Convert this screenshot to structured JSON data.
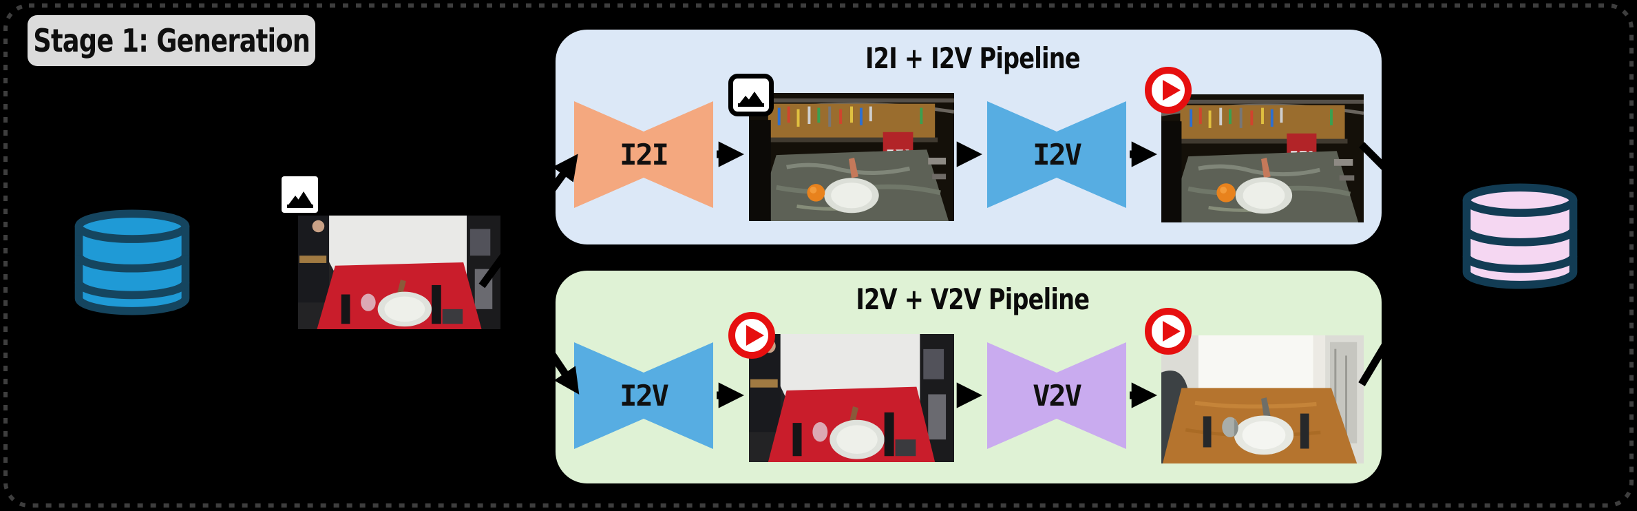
{
  "frame": {
    "border_color": "#3e3e3e",
    "background": "#000000"
  },
  "stage_label": {
    "text": "Stage 1: Generation",
    "bg": "#dbdbdb",
    "text_color": "#0f0f0f"
  },
  "source_database": {
    "fill": "#1f9ad6",
    "stroke": "#15455f",
    "alt": "input data store (blue database cylinder)"
  },
  "generated_database": {
    "fill": "#f5d7f2",
    "stroke": "#123c54",
    "alt": "generated data store (pink database cylinder)"
  },
  "input_image": {
    "icon": "image-icon",
    "alt": "source frame: robot kitchen with red tablecloth, white pan and cup"
  },
  "pipelines": {
    "top": {
      "title": "I2I + I2V Pipeline",
      "bg": "#dce8f7",
      "models": [
        {
          "label": "I2I",
          "color": "#f4a87f"
        },
        {
          "label": "I2V",
          "color": "#57ade2"
        }
      ],
      "intermediate_icon": "image-icon",
      "intermediate_alt": "generated image: dark workshop with pegboard tools, foil table, white pan, orange",
      "output_icon": "video-play-icon",
      "output_alt": "generated video frame: dark workshop with pegboard tools, foil table, white pan, orange"
    },
    "bottom": {
      "title": "I2V + V2V Pipeline",
      "bg": "#dff2d5",
      "models": [
        {
          "label": "I2V",
          "color": "#57ade2"
        },
        {
          "label": "V2V",
          "color": "#c9abef"
        }
      ],
      "intermediate_icon": "video-play-icon",
      "intermediate_alt": "generated video frame: robot kitchen with red tablecloth, white pan and cup",
      "output_icon": "video-play-icon",
      "output_alt": "generated video frame: bright room with wooden table, white pan, metal cup"
    }
  },
  "accent_colors": {
    "play_red": "#e60f0f",
    "arrow": "#000000"
  }
}
